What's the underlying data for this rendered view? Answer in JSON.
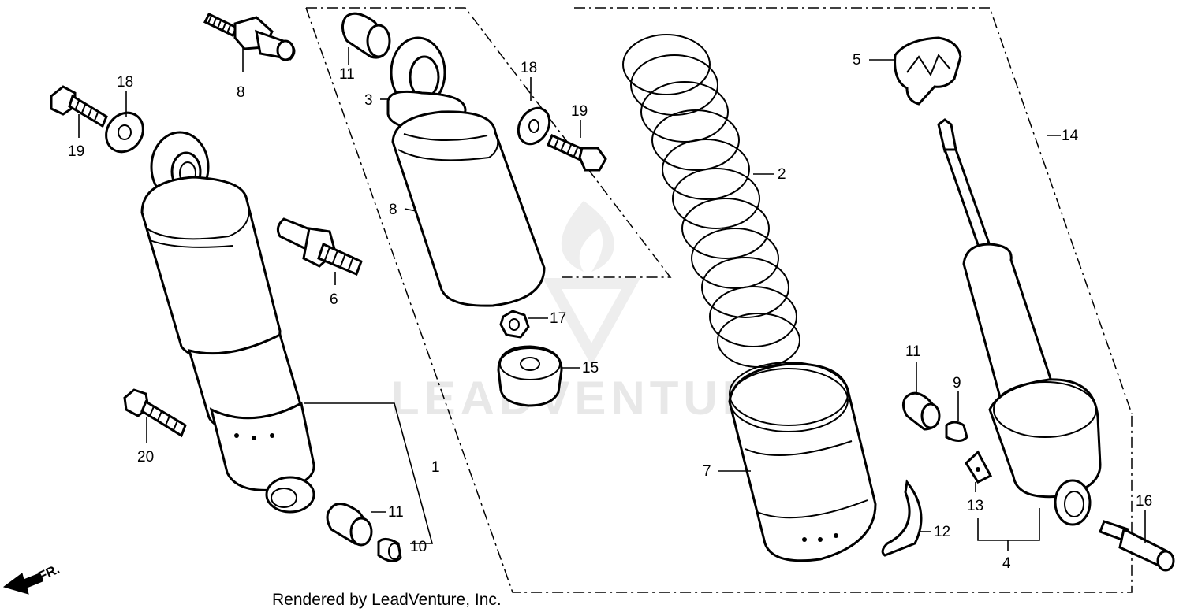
{
  "watermark": "LEADVENTURE",
  "footer": "Rendered by LeadVenture, Inc.",
  "direction_label": "FR.",
  "callouts": [
    {
      "id": "c8a",
      "text": "8"
    },
    {
      "id": "c18a",
      "text": "18"
    },
    {
      "id": "c19a",
      "text": "19"
    },
    {
      "id": "c6",
      "text": "6"
    },
    {
      "id": "c20",
      "text": "20"
    },
    {
      "id": "c1",
      "text": "1"
    },
    {
      "id": "c11a",
      "text": "11"
    },
    {
      "id": "c10",
      "text": "10"
    },
    {
      "id": "c11b",
      "text": "11"
    },
    {
      "id": "c3",
      "text": "3"
    },
    {
      "id": "c8b",
      "text": "8"
    },
    {
      "id": "c18b",
      "text": "18"
    },
    {
      "id": "c19b",
      "text": "19"
    },
    {
      "id": "c17",
      "text": "17"
    },
    {
      "id": "c15",
      "text": "15"
    },
    {
      "id": "c2",
      "text": "2"
    },
    {
      "id": "c7",
      "text": "7"
    },
    {
      "id": "c12",
      "text": "12"
    },
    {
      "id": "c5",
      "text": "5"
    },
    {
      "id": "c14",
      "text": "14"
    },
    {
      "id": "c11c",
      "text": "11"
    },
    {
      "id": "c9",
      "text": "9"
    },
    {
      "id": "c13",
      "text": "13"
    },
    {
      "id": "c4",
      "text": "4"
    },
    {
      "id": "c16",
      "text": "16"
    }
  ]
}
